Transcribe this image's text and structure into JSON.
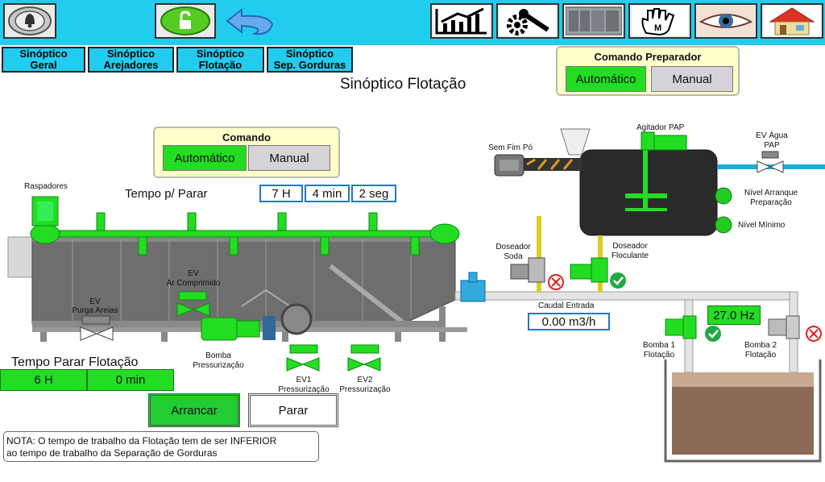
{
  "page_title": "Sinóptico Flotação",
  "toolbar": {
    "alarm_icon": "bell-icon",
    "lock_icon": "unlock-icon",
    "back_icon": "back-arrow-icon",
    "trends_icon": "chart-icon",
    "settings_icon": "wrench-gear-icon",
    "plc_icon": "plc-rack-icon",
    "manual_icon": "hand-m-icon",
    "view_icon": "eye-icon",
    "home_icon": "home-icon"
  },
  "nav_tabs": [
    {
      "line1": "Sinóptico",
      "line2": "Geral"
    },
    {
      "line1": "Sinóptico",
      "line2": "Arejadores"
    },
    {
      "line1": "Sinóptico",
      "line2": "Flotação"
    },
    {
      "line1": "Sinóptico",
      "line2": "Sep. Gorduras"
    }
  ],
  "comando_preparador": {
    "title": "Comando Preparador",
    "auto": "Automático",
    "manual": "Manual"
  },
  "comando": {
    "title": "Comando",
    "auto": "Automático",
    "manual": "Manual"
  },
  "tempo_parar": {
    "label": "Tempo p/ Parar",
    "hours": "7 H",
    "minutes": "4 min",
    "seconds": "2 seg"
  },
  "tempo_parar_flotacao": {
    "label": "Tempo Parar Flotação",
    "hours": "6 H",
    "minutes": "0 min"
  },
  "buttons": {
    "start": "Arrancar",
    "stop": "Parar"
  },
  "note": {
    "line1": "NOTA: O tempo de trabalho da Flotação tem de ser INFERIOR",
    "line2": "ao tempo de trabalho da Separação de Gorduras"
  },
  "labels": {
    "raspadores": "Raspadores",
    "ev_ar_1": "EV",
    "ev_ar_2": "Ár Comprimido",
    "ev_purga_1": "EV",
    "ev_purga_2": "Purga Areias",
    "bomba_press_1": "Bomba",
    "bomba_press_2": "Pressurização",
    "ev1_1": "EV1",
    "ev1_2": "Pressurização",
    "ev2_1": "EV2",
    "ev2_2": "Pressurização",
    "sem_fim": "Sem Fim Pó",
    "agitador": "Agitador PAP",
    "ev_agua_1": "EV Água",
    "ev_agua_2": "PAP",
    "nivel_arranque_1": "Nível Arranque",
    "nivel_arranque_2": "Preparação",
    "nivel_minimo": "Nível Mínimo",
    "doseador_soda_1": "Doseador",
    "doseador_soda_2": "Soda",
    "doseador_floc_1": "Doseador",
    "doseador_floc_2": "Floculante",
    "caudal_label": "Caudal Entrada",
    "caudal_value": "0.00 m3/h",
    "freq_value": "27.0 Hz",
    "bomba1_1": "Bomba 1",
    "bomba1_2": "Flotação",
    "bomba2_1": "Bomba 2",
    "bomba2_2": "Flotação"
  },
  "colors": {
    "accent": "#22ccee",
    "active": "#22dd22",
    "inactive": "#d6d3d8",
    "panel": "#ffffcc",
    "pipe_water": "#22aadd",
    "pipe_dose": "#ddcc22"
  }
}
